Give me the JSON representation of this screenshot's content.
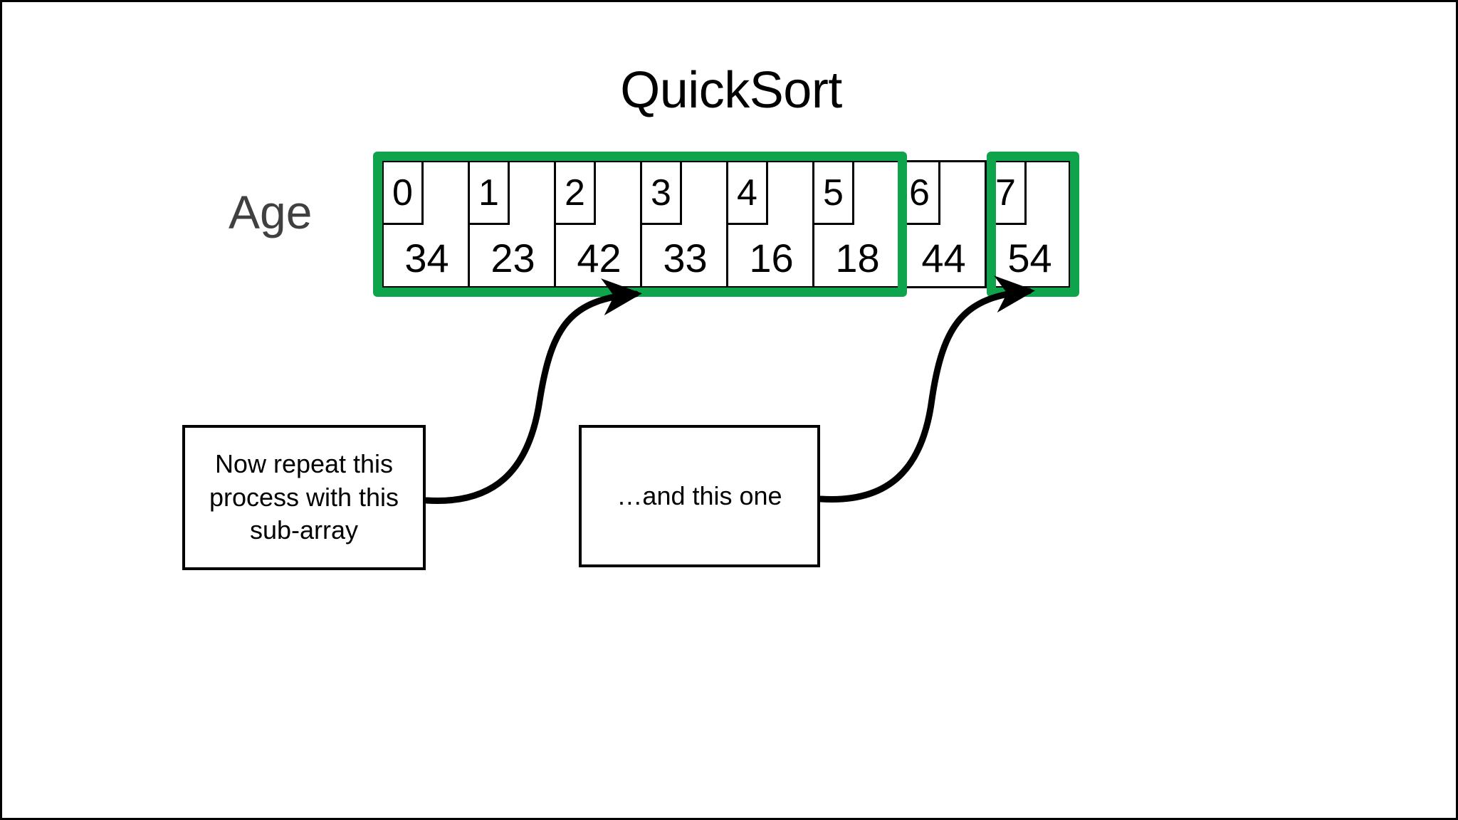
{
  "slide": {
    "title": "QuickSort",
    "row_label": "Age",
    "accent_color": "#0DA44C",
    "border_color": "#000000",
    "background_color": "#FFFFFF",
    "label_color": "#404040"
  },
  "array": {
    "name": "Age",
    "cells": [
      {
        "index": "0",
        "value": "34",
        "highlighted": true
      },
      {
        "index": "1",
        "value": "23",
        "highlighted": true
      },
      {
        "index": "2",
        "value": "42",
        "highlighted": true
      },
      {
        "index": "3",
        "value": "33",
        "highlighted": true
      },
      {
        "index": "4",
        "value": "16",
        "highlighted": true
      },
      {
        "index": "5",
        "value": "18",
        "highlighted": true
      },
      {
        "index": "6",
        "value": "44",
        "highlighted": false
      },
      {
        "index": "7",
        "value": "54",
        "highlighted": true
      }
    ],
    "highlight_groups": [
      {
        "name": "left-sub-array",
        "from_index": "0",
        "to_index": "5"
      },
      {
        "name": "right-sub-array",
        "from_index": "7",
        "to_index": "7"
      }
    ]
  },
  "callouts": [
    {
      "name": "left-callout",
      "text": "Now repeat this process with this sub-array",
      "points_to_index": "3"
    },
    {
      "name": "right-callout",
      "text": "…and this one",
      "points_to_index": "7"
    }
  ],
  "arrows": [
    {
      "name": "arrow-to-left-sub-array",
      "from": "left-callout",
      "to": "left-sub-array"
    },
    {
      "name": "arrow-to-right-sub-array",
      "from": "right-callout",
      "to": "right-sub-array"
    }
  ]
}
